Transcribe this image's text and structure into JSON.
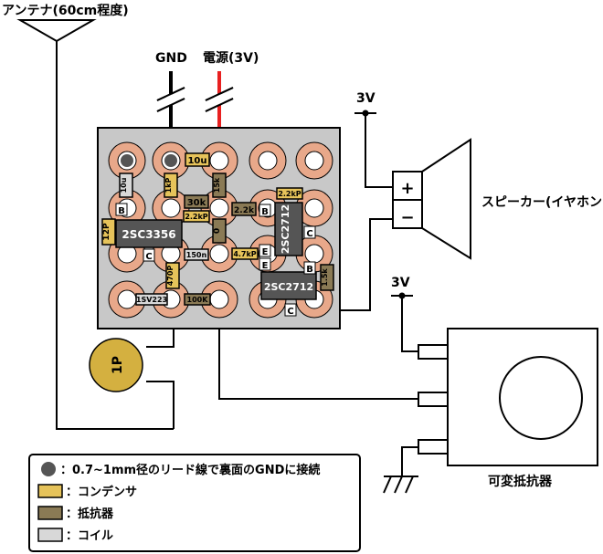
{
  "labels": {
    "antenna": "アンテナ(60cm程度)",
    "gnd": "GND",
    "power": "電源(3V)",
    "speaker": "スピーカー(イヤホン)",
    "v3_top": "3V",
    "v3_pot": "3V",
    "pot": "可変抵抗器",
    "plus": "+",
    "minus": "−"
  },
  "components": {
    "c_10u": "10u",
    "l_10u": "10u",
    "r_1k": "1kP",
    "r_15k_top": "15k",
    "r_30k": "30k",
    "c_2_2k_a": "2.2kP",
    "r_2_2k": "2.2k",
    "c_2_2k_b": "2.2kP",
    "c_12p": "12P",
    "ic_left": "2SC3356",
    "j_0": "0",
    "c_150n": "150n",
    "c_4_7k": "4.7kP",
    "c_470p": "470P",
    "ic_right_v": "2SC2712",
    "ic_right_h": "2SC2712",
    "r_15k_right": "1.5k",
    "d_1sv": "1SV223",
    "r_100k": "100K",
    "disc_cap": "1P"
  },
  "pins": {
    "b1": "B",
    "c1": "C",
    "e1": "E",
    "b2": "B",
    "c2": "C",
    "e2": "E",
    "b3": "B",
    "c3": "C"
  },
  "legend": {
    "gnd_note": "：0.7~1mm径のリード線で裏面のGNDに接続",
    "capacitor": "：コンデンサ",
    "resistor": "：抵抗器",
    "coil": "：コイル"
  },
  "colors": {
    "board": "#c8c8c8",
    "pad": "#e8a88a",
    "capacitor": "#e6c35a",
    "resistor": "#8a7a55",
    "coil": "#d8d8d8",
    "chip": "#555555",
    "wire_red": "#e82020",
    "disc": "#d4b040"
  }
}
